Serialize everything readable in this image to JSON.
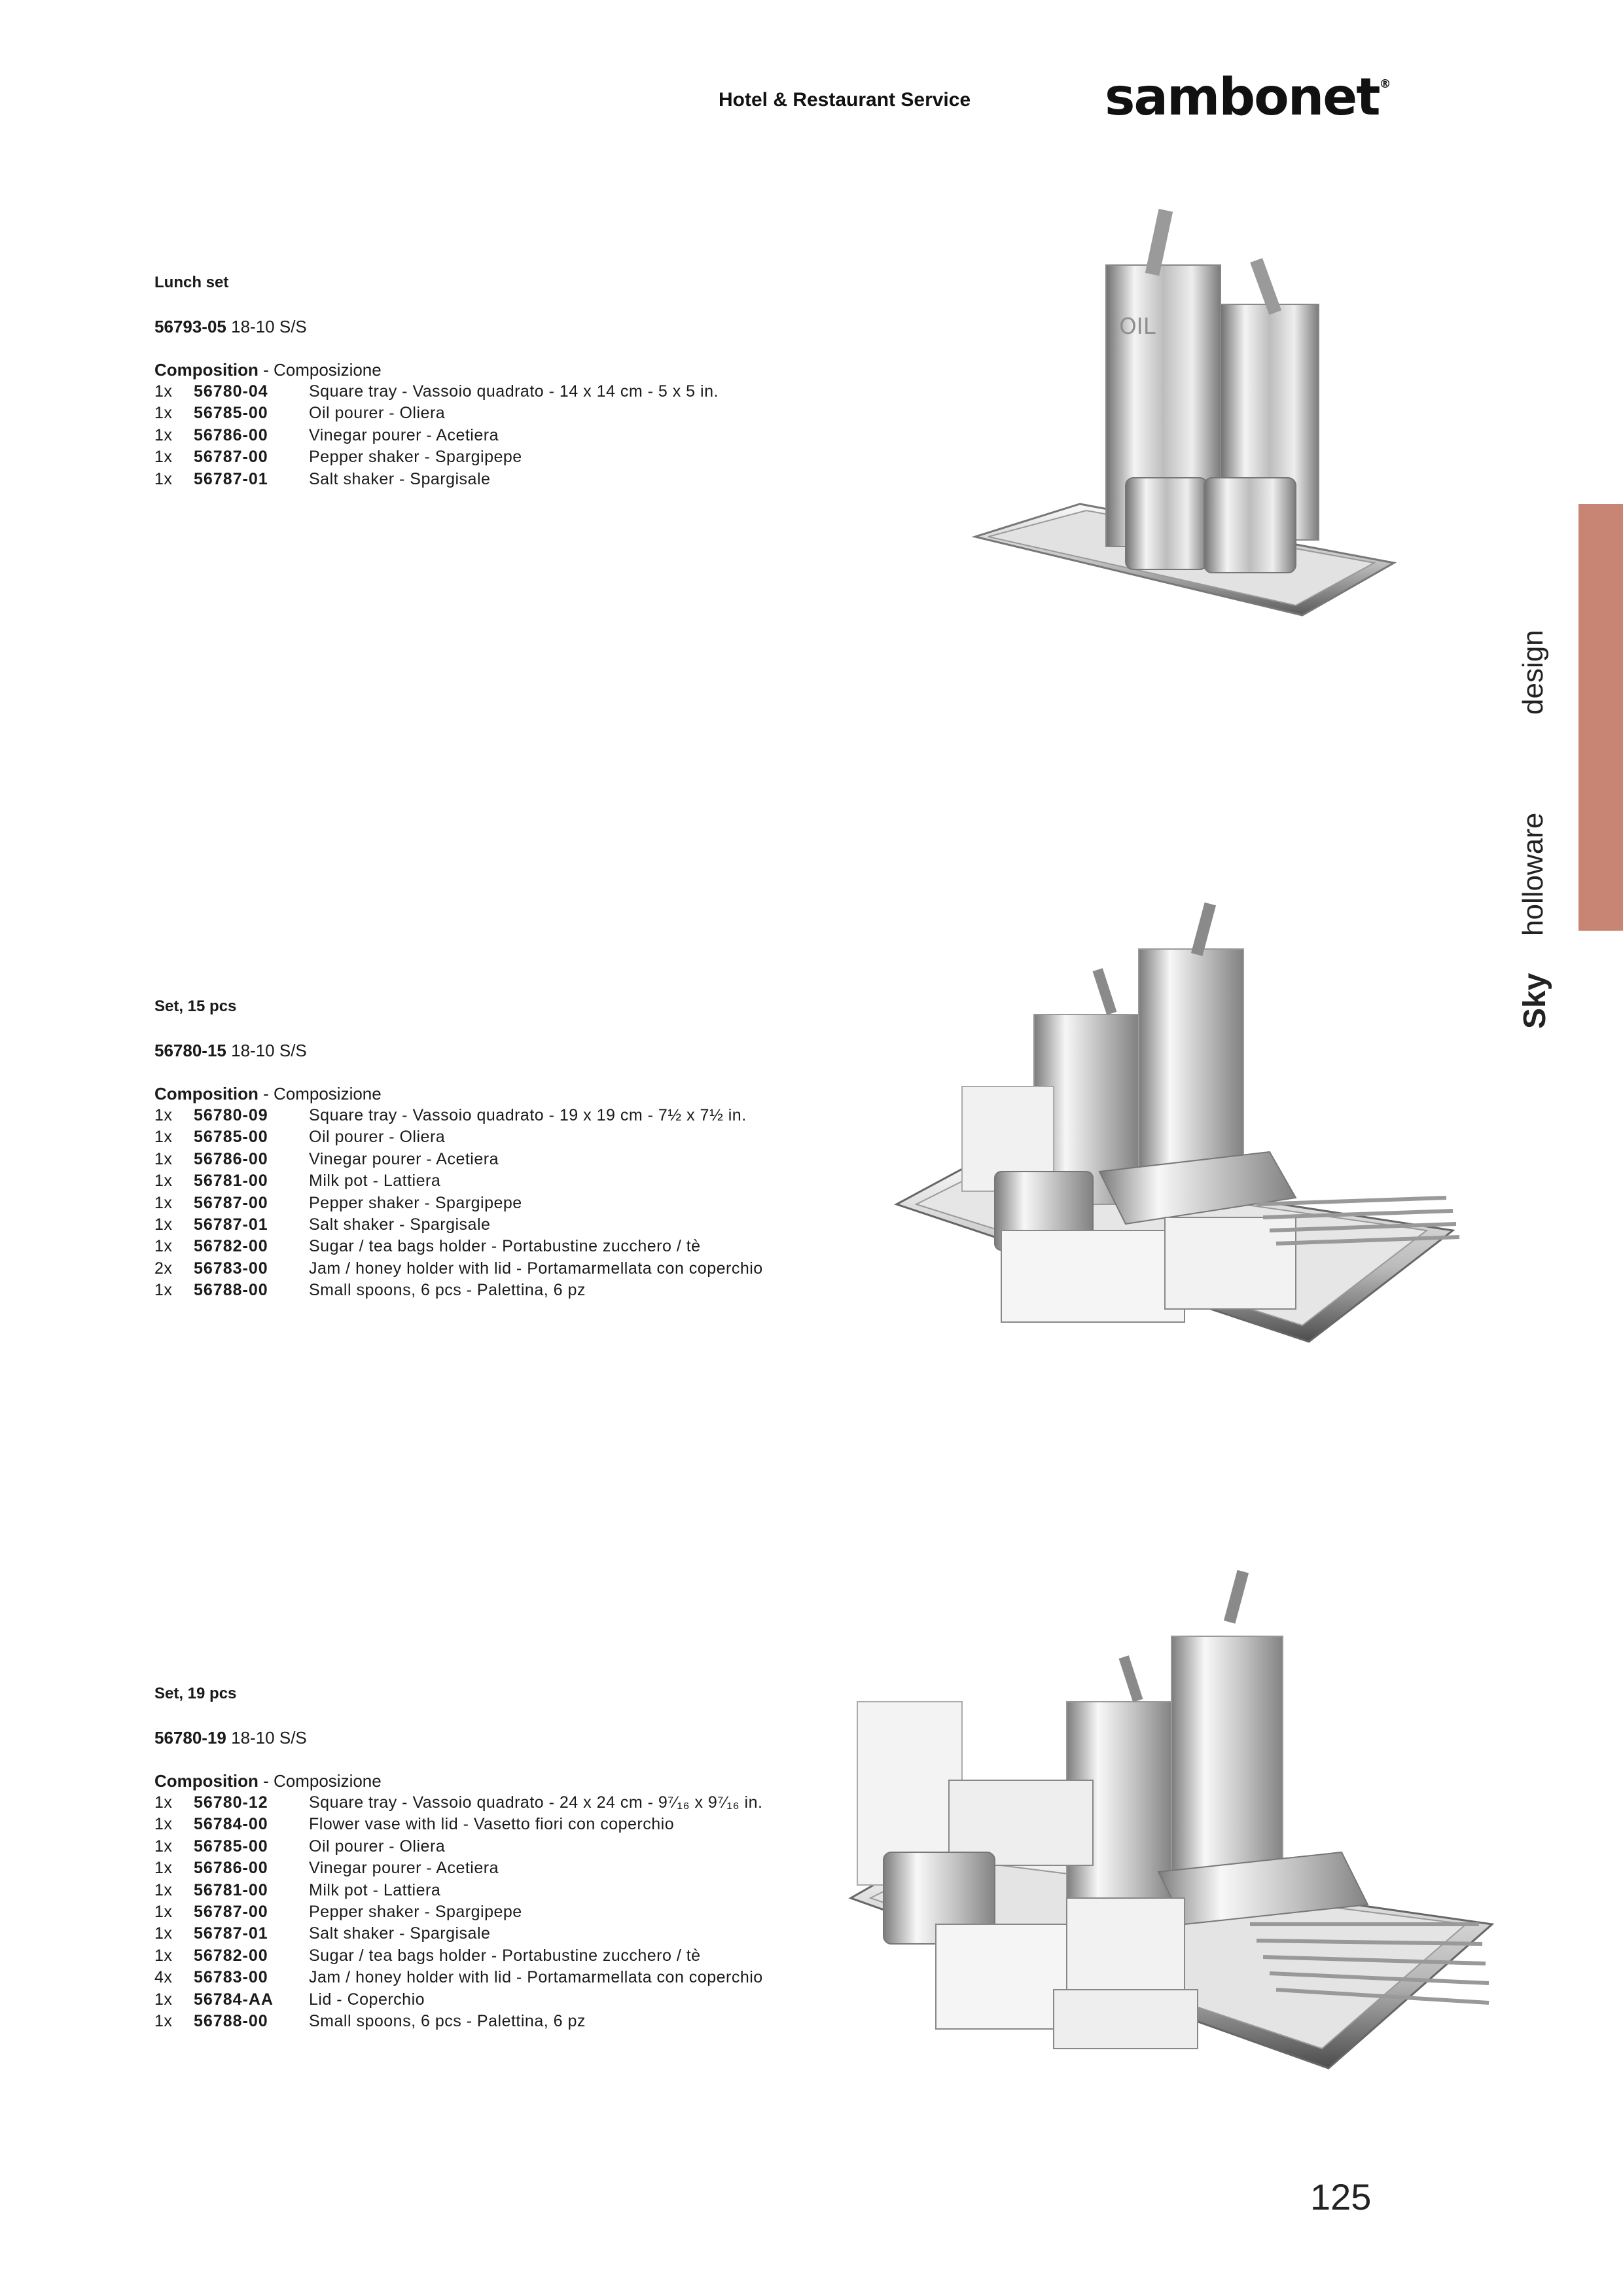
{
  "header": {
    "service": "Hotel & Restaurant Service",
    "brand": "sambonet",
    "brand_mark": "®"
  },
  "side_tab": {
    "sky": "Sky",
    "holloware": "holloware",
    "design": "design",
    "accent_color": "#c88574"
  },
  "page_number": "125",
  "sections": [
    {
      "title": "Lunch set",
      "code": "56793-05",
      "material": "18-10 S/S",
      "composition_label": "Composition",
      "composition_label_it": "Composizione",
      "items": [
        {
          "qty": "1x",
          "code": "56780-04",
          "desc": "Square tray - Vassoio quadrato - 14 x 14 cm - 5 x 5 in."
        },
        {
          "qty": "1x",
          "code": "56785-00",
          "desc": "Oil pourer - Oliera"
        },
        {
          "qty": "1x",
          "code": "56786-00",
          "desc": "Vinegar pourer - Acetiera"
        },
        {
          "qty": "1x",
          "code": "56787-00",
          "desc": "Pepper shaker - Spargipepe"
        },
        {
          "qty": "1x",
          "code": "56787-01",
          "desc": "Salt shaker - Spargisale"
        }
      ],
      "image_text": "OIL"
    },
    {
      "title": "Set, 15 pcs",
      "code": "56780-15",
      "material": "18-10 S/S",
      "composition_label": "Composition",
      "composition_label_it": "Composizione",
      "items": [
        {
          "qty": "1x",
          "code": "56780-09",
          "desc": "Square tray - Vassoio quadrato - 19 x 19 cm - 7½ x 7½ in."
        },
        {
          "qty": "1x",
          "code": "56785-00",
          "desc": "Oil pourer - Oliera"
        },
        {
          "qty": "1x",
          "code": "56786-00",
          "desc": "Vinegar pourer - Acetiera"
        },
        {
          "qty": "1x",
          "code": "56781-00",
          "desc": "Milk pot - Lattiera"
        },
        {
          "qty": "1x",
          "code": "56787-00",
          "desc": "Pepper shaker - Spargipepe"
        },
        {
          "qty": "1x",
          "code": "56787-01",
          "desc": "Salt shaker - Spargisale"
        },
        {
          "qty": "1x",
          "code": "56782-00",
          "desc": "Sugar / tea bags holder - Portabustine zucchero / tè"
        },
        {
          "qty": "2x",
          "code": "56783-00",
          "desc": "Jam / honey holder with lid - Portamarmellata con coperchio"
        },
        {
          "qty": "1x",
          "code": "56788-00",
          "desc": "Small spoons, 6 pcs - Palettina, 6 pz"
        }
      ]
    },
    {
      "title": "Set, 19 pcs",
      "code": "56780-19",
      "material": "18-10 S/S",
      "composition_label": "Composition",
      "composition_label_it": "Composizione",
      "items": [
        {
          "qty": "1x",
          "code": "56780-12",
          "desc": "Square tray - Vassoio quadrato - 24 x 24 cm - 9⁷⁄₁₆ x 9⁷⁄₁₆ in."
        },
        {
          "qty": "1x",
          "code": "56784-00",
          "desc": "Flower vase with lid - Vasetto fiori con coperchio"
        },
        {
          "qty": "1x",
          "code": "56785-00",
          "desc": "Oil pourer - Oliera"
        },
        {
          "qty": "1x",
          "code": "56786-00",
          "desc": "Vinegar pourer - Acetiera"
        },
        {
          "qty": "1x",
          "code": "56781-00",
          "desc": "Milk pot - Lattiera"
        },
        {
          "qty": "1x",
          "code": "56787-00",
          "desc": "Pepper shaker - Spargipepe"
        },
        {
          "qty": "1x",
          "code": "56787-01",
          "desc": "Salt shaker - Spargisale"
        },
        {
          "qty": "1x",
          "code": "56782-00",
          "desc": "Sugar / tea bags holder - Portabustine zucchero / tè"
        },
        {
          "qty": "4x",
          "code": "56783-00",
          "desc": "Jam / honey holder with lid - Portamarmellata con coperchio"
        },
        {
          "qty": "1x",
          "code": "56784-AA",
          "desc": "Lid - Coperchio"
        },
        {
          "qty": "1x",
          "code": "56788-00",
          "desc": "Small spoons, 6 pcs - Palettina, 6 pz"
        }
      ]
    }
  ]
}
